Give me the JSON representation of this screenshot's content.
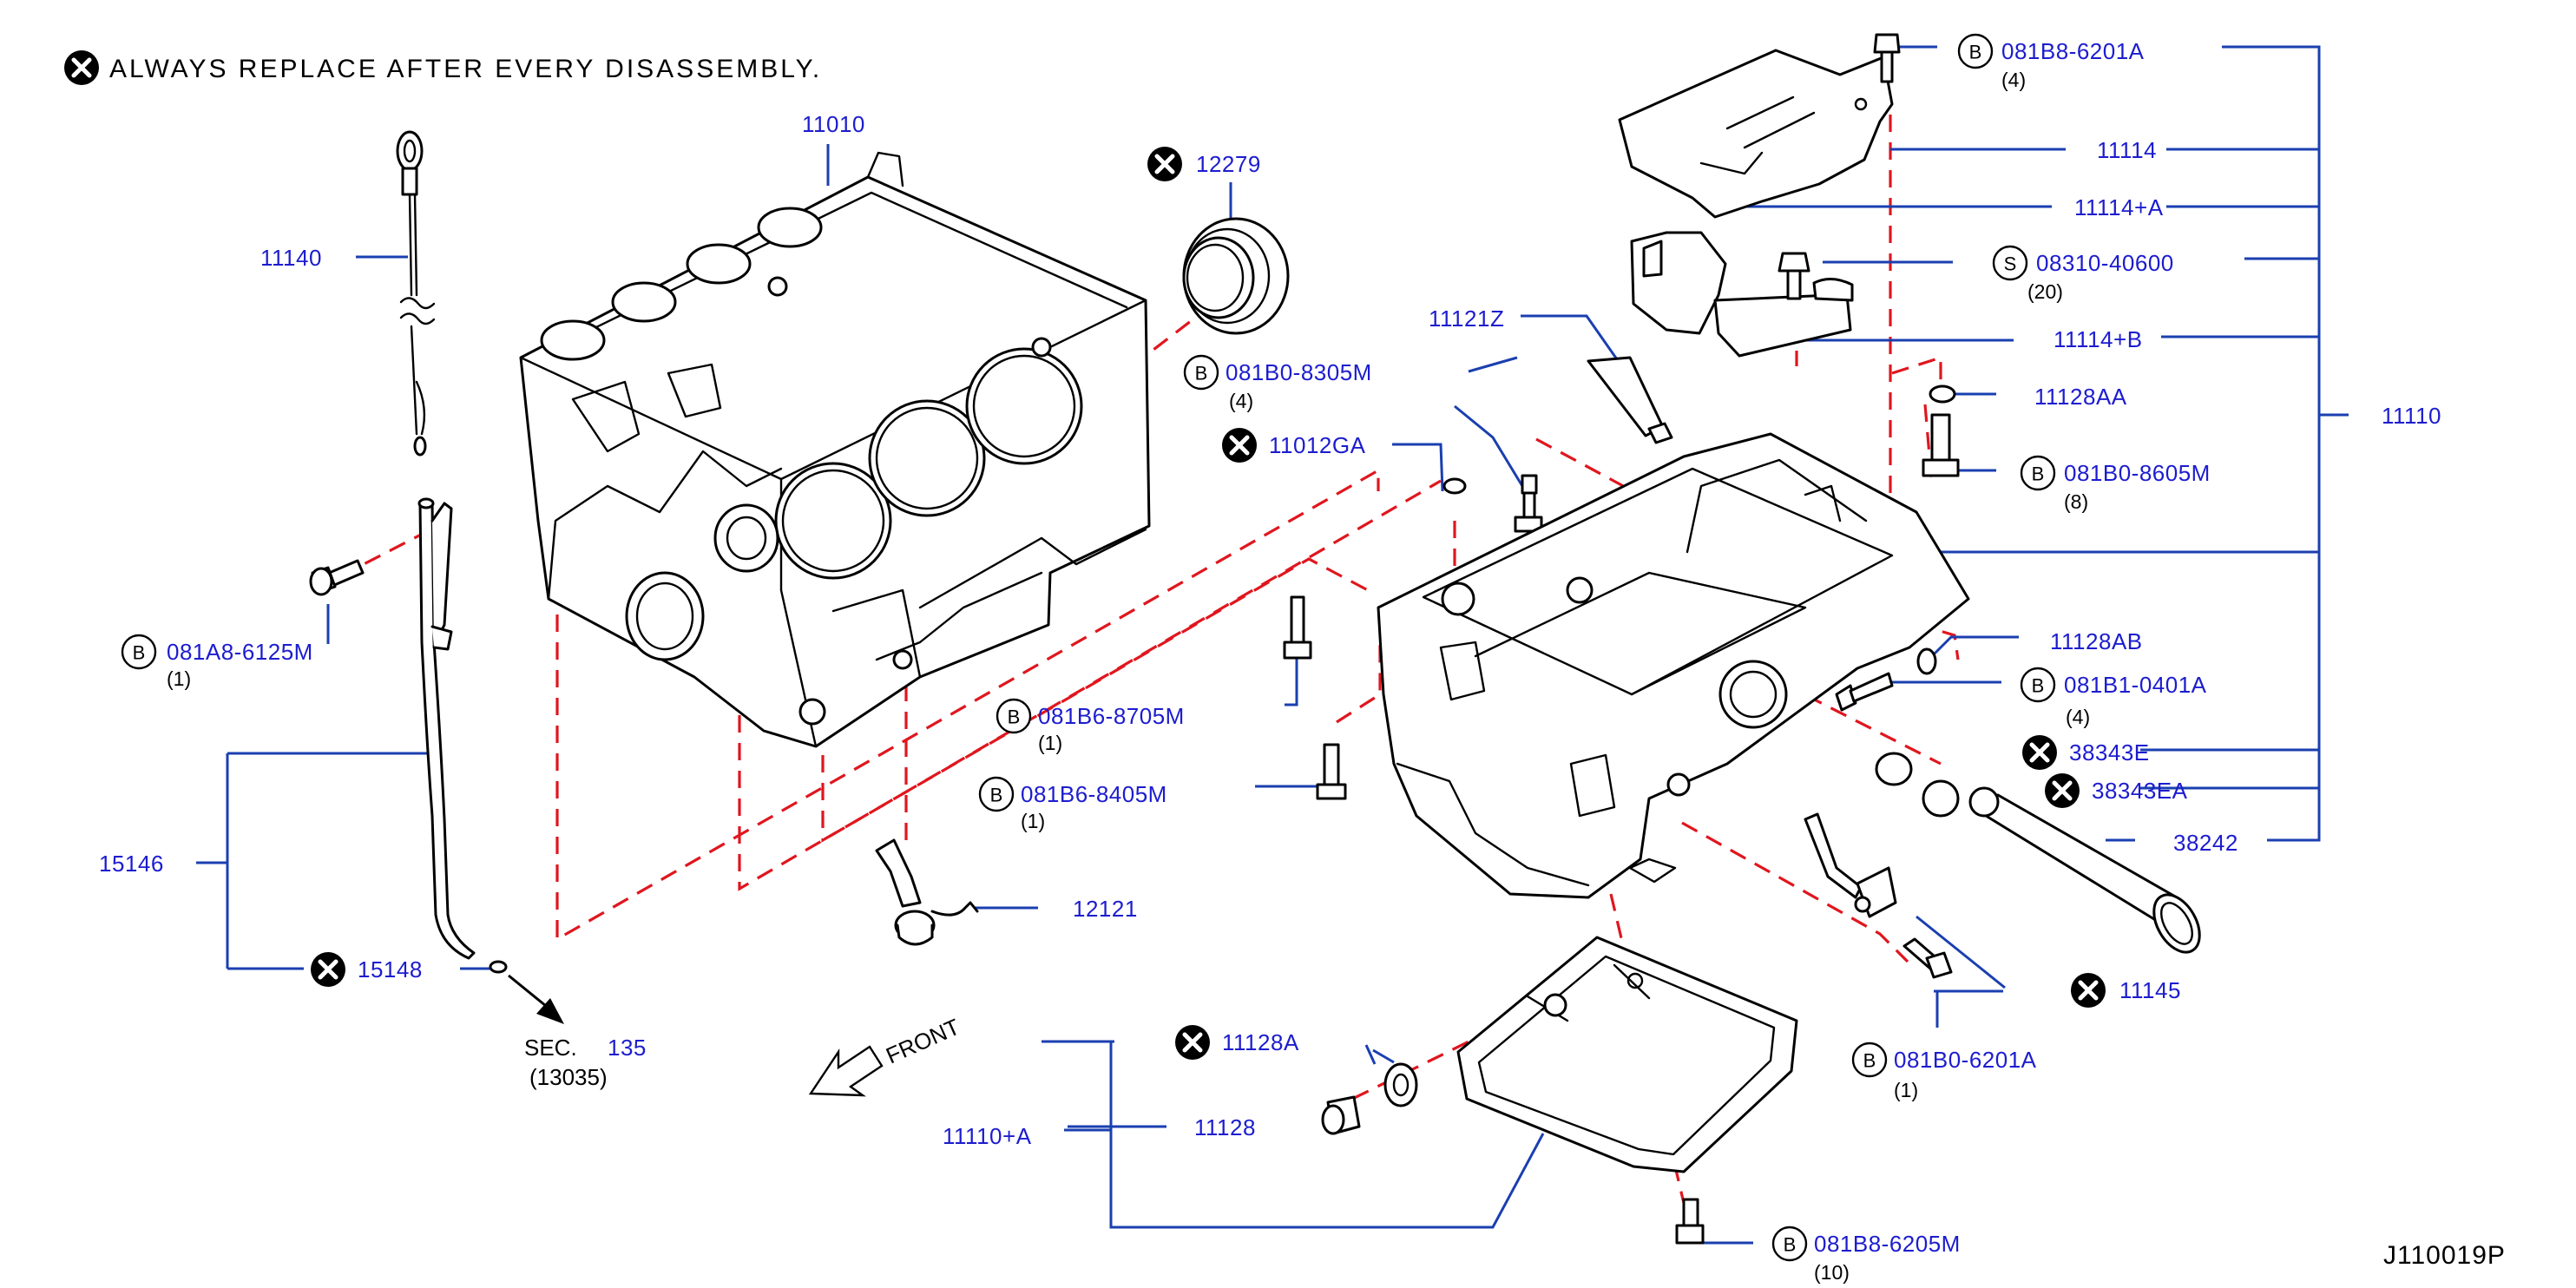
{
  "note": {
    "text": "ALWAYS REPLACE AFTER EVERY DISASSEMBLY.",
    "icon": "x-circle-icon"
  },
  "diagram_id": "J110019P",
  "front_label": "FRONT",
  "section_ref": {
    "prefix": "SEC.",
    "number": "135",
    "sub": "(13035)"
  },
  "parts": [
    {
      "id": "11010",
      "label": "11010"
    },
    {
      "id": "11140",
      "label": "11140"
    },
    {
      "id": "12279",
      "label": "12279",
      "replace": true
    },
    {
      "id": "081A8-6125M",
      "label": "081A8-6125M",
      "circle": "B",
      "qty": "(1)"
    },
    {
      "id": "081B0-8305M",
      "label": "081B0-8305M",
      "circle": "B",
      "qty": "(4)"
    },
    {
      "id": "11012GA",
      "label": "11012GA",
      "replace": true
    },
    {
      "id": "11121Z",
      "label": "11121Z"
    },
    {
      "id": "081B6-8705M",
      "label": "081B6-8705M",
      "circle": "B",
      "qty": "(1)"
    },
    {
      "id": "081B6-8405M",
      "label": "081B6-8405M",
      "circle": "B",
      "qty": "(1)"
    },
    {
      "id": "15146",
      "label": "15146"
    },
    {
      "id": "15148",
      "label": "15148",
      "replace": true
    },
    {
      "id": "12121",
      "label": "12121"
    },
    {
      "id": "081B8-6201A",
      "label": "081B8-6201A",
      "circle": "B",
      "qty": "(4)"
    },
    {
      "id": "11114",
      "label": "11114"
    },
    {
      "id": "11114+A",
      "label": "11114+A"
    },
    {
      "id": "08310-40600",
      "label": "08310-40600",
      "circle": "S",
      "qty": "(20)"
    },
    {
      "id": "11114+B",
      "label": "11114+B"
    },
    {
      "id": "11128AA",
      "label": "11128AA"
    },
    {
      "id": "11110",
      "label": "11110"
    },
    {
      "id": "081B0-8605M",
      "label": "081B0-8605M",
      "circle": "B",
      "qty": "(8)"
    },
    {
      "id": "11128AB",
      "label": "11128AB"
    },
    {
      "id": "081B1-0401A",
      "label": "081B1-0401A",
      "circle": "B",
      "qty": "(4)"
    },
    {
      "id": "38343E",
      "label": "38343E",
      "replace": true
    },
    {
      "id": "38343EA",
      "label": "38343EA",
      "replace": true
    },
    {
      "id": "38242",
      "label": "38242"
    },
    {
      "id": "11145",
      "label": "11145",
      "replace": true
    },
    {
      "id": "081B0-6201A",
      "label": "081B0-6201A",
      "circle": "B",
      "qty": "(1)"
    },
    {
      "id": "11128A",
      "label": "11128A",
      "replace": true
    },
    {
      "id": "11128",
      "label": "11128"
    },
    {
      "id": "11110+A",
      "label": "11110+A"
    },
    {
      "id": "081B8-6205M",
      "label": "081B8-6205M",
      "circle": "B",
      "qty": "(10)"
    }
  ],
  "colors": {
    "label": "#1c1ccf",
    "leader": "#1a3fb0",
    "dashed": "#e0161e",
    "outline": "#000000"
  }
}
